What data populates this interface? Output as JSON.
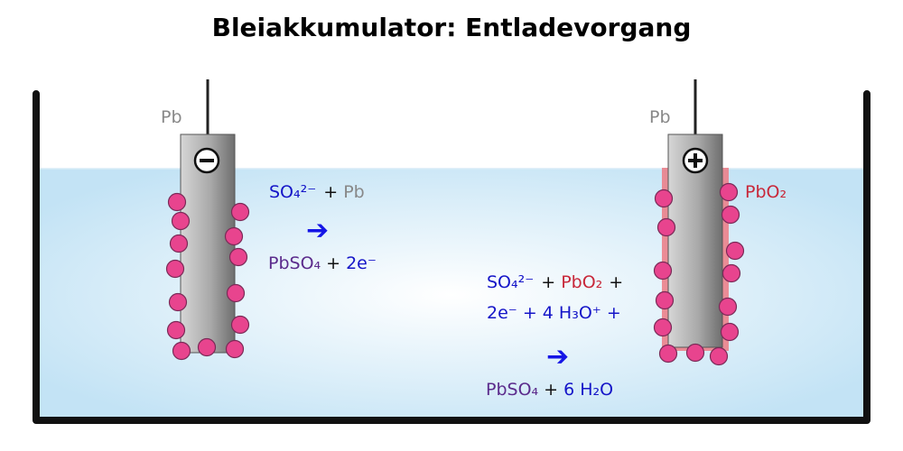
{
  "title": "Bleiakkumulator: Entladevorgang",
  "electrodes": {
    "negative": {
      "material": "Pb",
      "sign": "⊖"
    },
    "positive": {
      "material": "Pb",
      "sign": "⊕",
      "coating": "PbO₂"
    }
  },
  "reactions": {
    "anode": {
      "reactants": {
        "sulfate": "SO₄²⁻",
        "plus": "+",
        "lead": "Pb"
      },
      "arrow": "➔",
      "products": {
        "sulfate": "PbSO₄",
        "plus": "+",
        "electrons": "2e⁻"
      }
    },
    "cathode": {
      "line1": {
        "sulfate": "SO₄²⁻",
        "plus1": "+",
        "oxide": "PbO₂",
        "plus2": "+"
      },
      "line2": "2e⁻ + 4 H₃O⁺ +",
      "arrow": "➔",
      "products": {
        "sulfate": "PbSO₄",
        "plus": "+",
        "water": "6 H₂O"
      }
    }
  },
  "colors": {
    "electrolyte_edge": "#bfe0f3",
    "electrolyte_center": "#ffffff",
    "particle": "#e8448e",
    "coating": "#ec7a84",
    "text_blue": "#1515c8",
    "text_purple": "#5b2b8c",
    "text_red": "#c8283a",
    "text_grey": "#888888"
  }
}
